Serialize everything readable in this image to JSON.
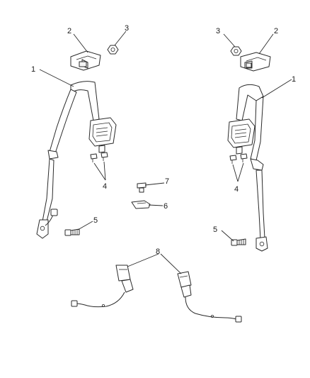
{
  "diagram": {
    "callouts": {
      "left_belt": "1",
      "right_belt": "1",
      "left_bracket": "2",
      "right_bracket": "2",
      "left_nut": "3",
      "right_nut": "3",
      "left_bolts": "4",
      "right_bolts": "4",
      "left_anchor_bolt": "5",
      "right_anchor_bolt": "5",
      "clip": "6",
      "screw": "7",
      "buckles": "8"
    },
    "parts": {
      "retractor_belt": "retractor-seat-belt-icon",
      "d_ring_bracket": "d-ring-bracket-icon",
      "nut": "nut-icon",
      "bolt": "bolt-icon",
      "screw": "screw-icon",
      "clip": "clip-icon",
      "buckle": "seat-belt-buckle-icon"
    },
    "colors": {
      "line": "#2a2a2a",
      "background": "#ffffff"
    }
  }
}
